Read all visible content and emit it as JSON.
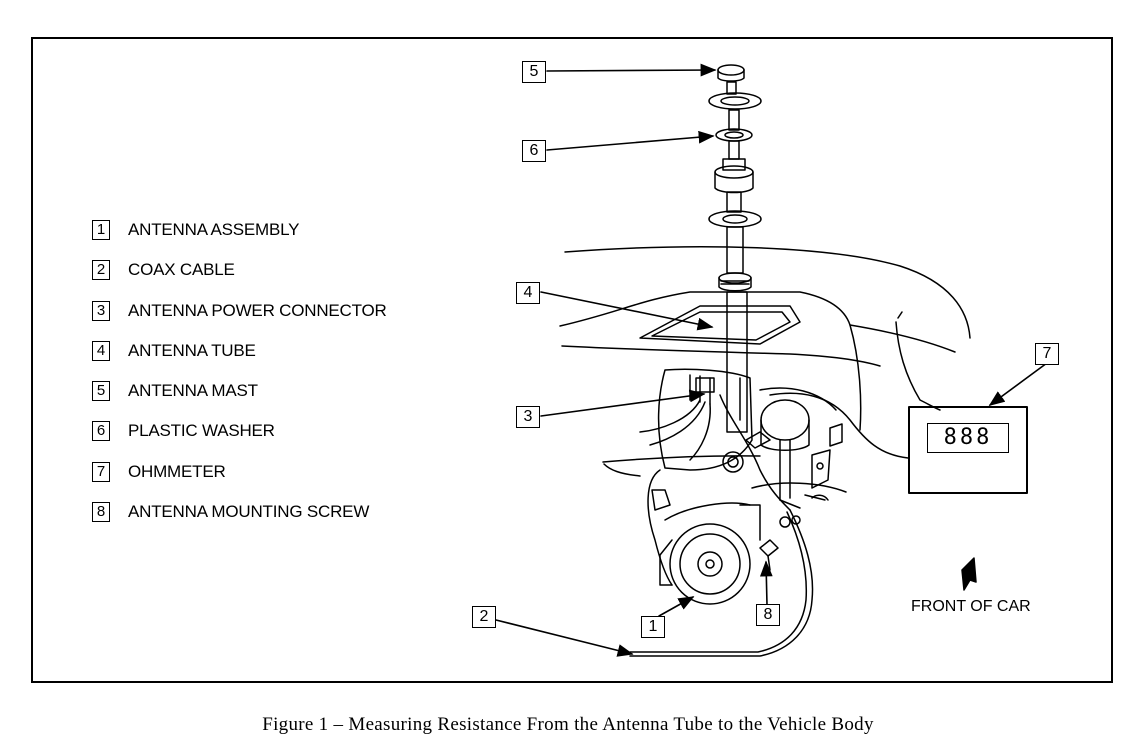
{
  "legend": [
    {
      "num": "1",
      "label": "ANTENNA ASSEMBLY"
    },
    {
      "num": "2",
      "label": "COAX CABLE"
    },
    {
      "num": "3",
      "label": "ANTENNA POWER CONNECTOR"
    },
    {
      "num": "4",
      "label": "ANTENNA TUBE"
    },
    {
      "num": "5",
      "label": "ANTENNA MAST"
    },
    {
      "num": "6",
      "label": "PLASTIC WASHER"
    },
    {
      "num": "7",
      "label": "OHMMETER"
    },
    {
      "num": "8",
      "label": "ANTENNA MOUNTING SCREW"
    }
  ],
  "callouts": {
    "c1": "1",
    "c2": "2",
    "c3": "3",
    "c4": "4",
    "c5": "5",
    "c6": "6",
    "c7": "7",
    "c8": "8"
  },
  "ohmmeter_display": "888",
  "front_label": "FRONT OF CAR",
  "caption": "Figure 1 – Measuring Resistance From the Antenna Tube to the Vehicle Body"
}
